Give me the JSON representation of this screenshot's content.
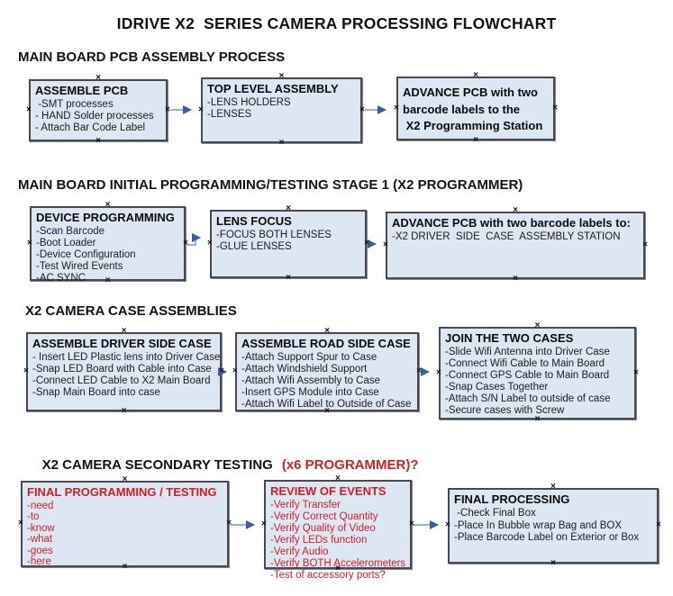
{
  "page_title": "IDRIVE X2  SERIES CAMERA PROCESSING FLOWCHART",
  "connector_glyph": "×",
  "colors": {
    "box_fill": "#dde6f3",
    "box_border": "#46494f",
    "arrow_line": "#9db1cd",
    "arrow_head": "#3a5f9b",
    "red_text": "#cb2026",
    "black_text": "#111111"
  },
  "sections": [
    {
      "heading": "MAIN BOARD PCB ASSEMBLY PROCESS",
      "boxes": [
        {
          "title": "ASSEMBLE PCB",
          "items": [
            " -SMT processes",
            "- HAND Solder processes",
            "- Attach Bar Code Label"
          ]
        },
        {
          "title": "TOP LEVEL ASSEMBLY",
          "items": [
            "-LENS HOLDERS",
            "-LENSES"
          ]
        },
        {
          "title_lines": [
            "ADVANCE PCB with two",
            "barcode labels to the",
            " X2 Programming Station"
          ]
        }
      ]
    },
    {
      "heading": "MAIN BOARD INITIAL PROGRAMMING/TESTING STAGE 1 (X2 PROGRAMMER)",
      "boxes": [
        {
          "title": "DEVICE PROGRAMMING",
          "items": [
            "-Scan Barcode",
            "-Boot Loader",
            "-Device Configuration",
            "-Test Wired Events",
            "-AC SYNC"
          ]
        },
        {
          "title": "LENS FOCUS",
          "items": [
            "-FOCUS BOTH LENSES",
            "-GLUE LENSES"
          ]
        },
        {
          "title": "ADVANCE PCB with two barcode labels to:",
          "items": [
            "-X2 DRIVER  SIDE  CASE  ASSEMBLY STATION"
          ]
        }
      ]
    },
    {
      "heading": "X2 CAMERA CASE ASSEMBLIES",
      "boxes": [
        {
          "title": "ASSEMBLE DRIVER SIDE CASE",
          "items": [
            "- Insert LED Plastic lens into Driver Case",
            "-Snap LED Board with Cable into Case",
            "-Connect LED Cable to X2 Main Board",
            "-Snap Main Board into case"
          ]
        },
        {
          "title": "ASSEMBLE ROAD SIDE CASE",
          "items": [
            "-Attach Support Spur to Case",
            "-Attach Windshield Support",
            "-Attach Wifi Assembly to Case",
            "-Insert GPS Module into Case",
            "-Attach Wifi Label to Outside of Case"
          ]
        },
        {
          "title": "JOIN THE TWO CASES",
          "items": [
            "-Slide Wifi Antenna into Driver Case",
            "-Connect Wifi Cable to Main Board",
            "-Connect GPS Cable to Main Board",
            "-Snap Cases Together",
            "-Attach S/N Label to outside of case",
            "-Secure cases with Screw"
          ]
        }
      ]
    },
    {
      "heading": "X2 CAMERA SECONDARY TESTING",
      "heading_red": "(x6 PROGRAMMER)?",
      "boxes": [
        {
          "title": "FINAL PROGRAMMING / TESTING",
          "items": [
            "-need",
            "-to",
            "-know",
            "-what",
            "-goes",
            "-here"
          ]
        },
        {
          "title": "REVIEW OF EVENTS",
          "items": [
            "-Verify Transfer",
            "-Verify Correct Quantity",
            "-Verify Quality of Video",
            "-Verify LEDs function",
            "-Verify Audio",
            "-Verify BOTH Accelerometers",
            "-Test of accessory ports?"
          ]
        },
        {
          "title": "FINAL PROCESSING",
          "items": [
            " -Check Final Box",
            "-Place In Bubble wrap Bag and BOX",
            "-Place Barcode Label on Exterior or Box"
          ]
        }
      ]
    }
  ]
}
